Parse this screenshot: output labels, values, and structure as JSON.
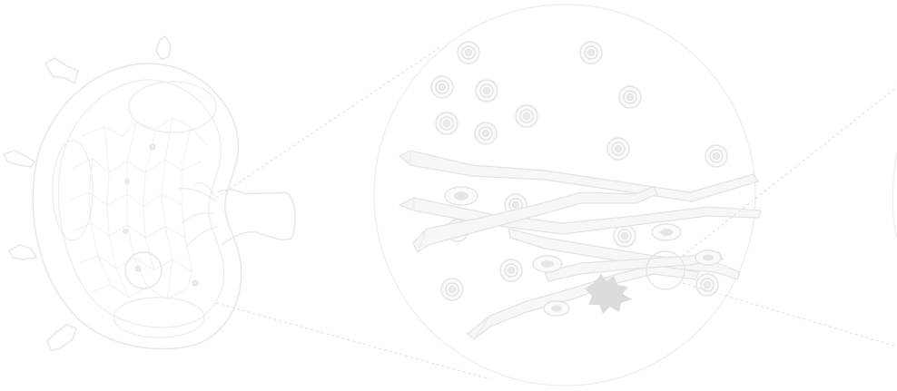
{
  "figure": {
    "panels": [
      "organ-overview",
      "magnified-tissue-detail",
      "next-detail-edge"
    ],
    "colors": {
      "background": "#ffffff",
      "line": "#e6e6e6",
      "fill": "#f7f7f7",
      "accent-blob": "#dcdcdc"
    },
    "icons": {
      "organ": "organ-cross-section-icon",
      "lens": "magnifier-circle-icon",
      "cell": "round-cell-icon",
      "fiber": "fiber-bundle-icon"
    }
  }
}
